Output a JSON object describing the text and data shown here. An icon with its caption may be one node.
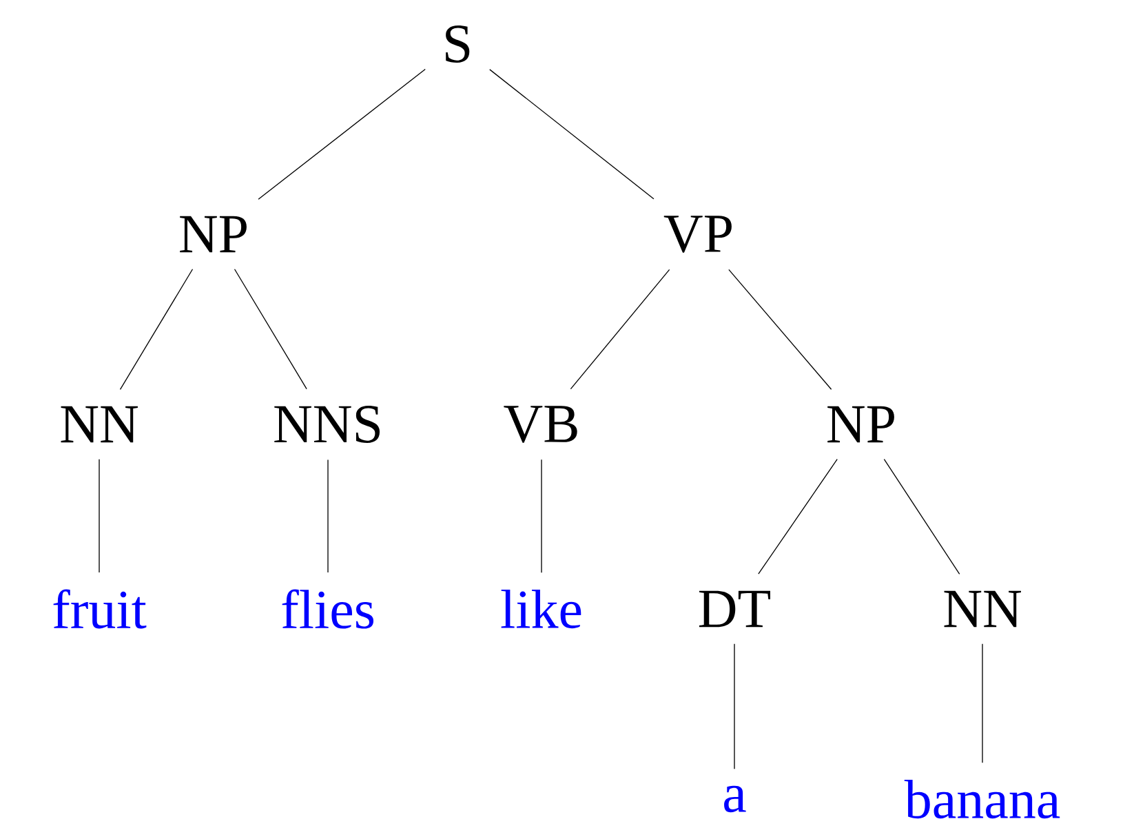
{
  "diagram": {
    "nodes": [
      {
        "text": [
          "S"
        ]
      },
      {
        "text": [
          "NP"
        ]
      },
      {
        "text": [
          "VP"
        ]
      },
      {
        "text": [
          "NN"
        ]
      },
      {
        "text": [
          "NNS"
        ]
      },
      {
        "text": [
          "VB"
        ]
      },
      {
        "text": [
          "NP"
        ]
      },
      {
        "text": [
          "fruit"
        ]
      },
      {
        "text": [
          "flies"
        ]
      },
      {
        "text": [
          "like"
        ]
      },
      {
        "text": [
          "DT"
        ]
      },
      {
        "text": [
          "NN"
        ]
      },
      {
        "text": [
          "a"
        ]
      },
      {
        "text": [
          "banana"
        ]
      }
    ],
    "edges": [
      {
        "from": 0,
        "to": 1,
        "arrow": "none"
      },
      {
        "from": 0,
        "to": 2,
        "arrow": "none"
      },
      {
        "from": 1,
        "to": 3,
        "arrow": "none"
      },
      {
        "from": 1,
        "to": 4,
        "arrow": "none"
      },
      {
        "from": 2,
        "to": 5,
        "arrow": "none"
      },
      {
        "from": 2,
        "to": 6,
        "arrow": "none"
      },
      {
        "from": 3,
        "to": 7,
        "arrow": "none"
      },
      {
        "from": 4,
        "to": 8,
        "arrow": "none"
      },
      {
        "from": 5,
        "to": 9,
        "arrow": "none"
      },
      {
        "from": 6,
        "to": 10,
        "arrow": "none"
      },
      {
        "from": 6,
        "to": 11,
        "arrow": "none"
      },
      {
        "from": 10,
        "to": 12,
        "arrow": "none"
      },
      {
        "from": 11,
        "to": 13,
        "arrow": "none"
      }
    ]
  }
}
